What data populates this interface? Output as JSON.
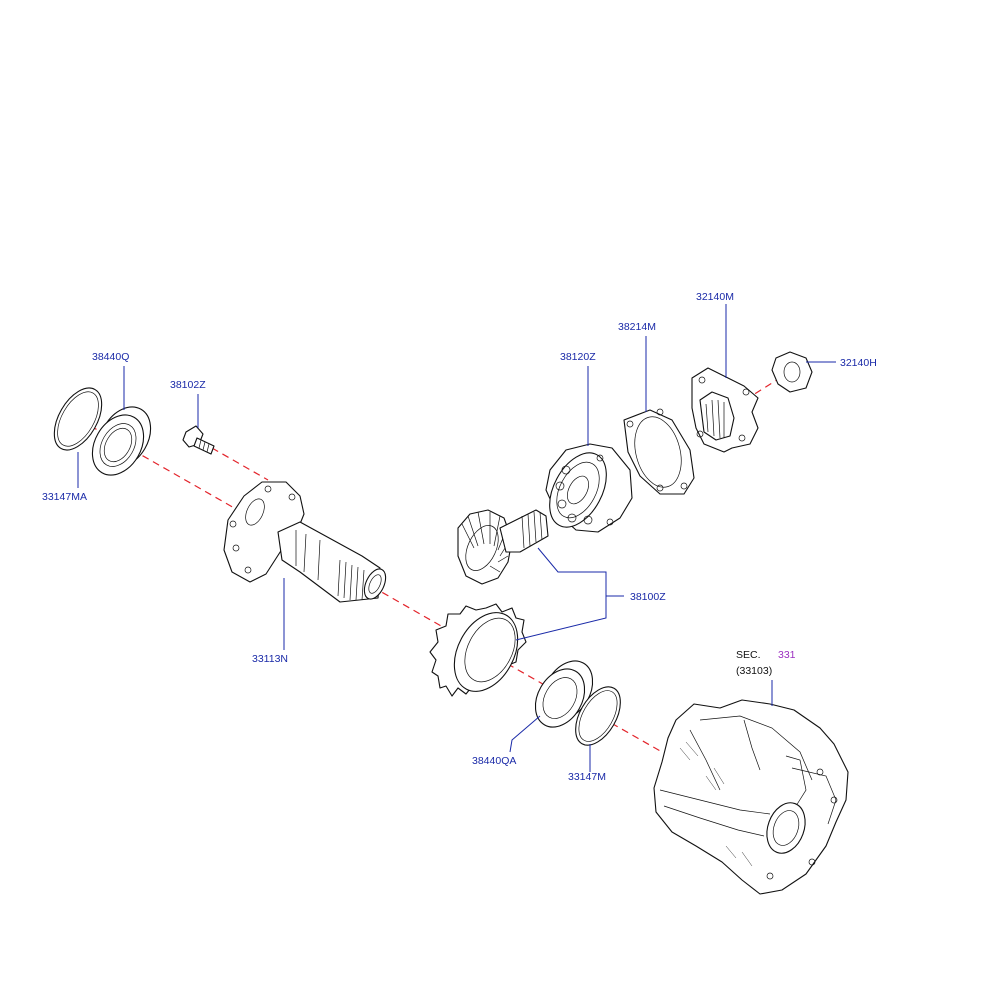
{
  "callouts": {
    "p38440Q": "38440Q",
    "p38102Z": "38102Z",
    "p33147MA": "33147MA",
    "p33113N": "33113N",
    "p38120Z": "38120Z",
    "p38214M": "38214M",
    "p32140M": "32140M",
    "p32140H": "32140H",
    "p38100Z": "38100Z",
    "p38440QA": "38440QA",
    "p33147M": "33147M",
    "sec_prefix": "SEC.",
    "sec_number": "331",
    "sec_ref": "(33103)"
  },
  "colors": {
    "callout_text": "#1a2aa8",
    "leader_line": "#1a2aa8",
    "center_axis": "#e3242b",
    "section_number": "#9b2fc0",
    "part_outline": "#111111"
  }
}
